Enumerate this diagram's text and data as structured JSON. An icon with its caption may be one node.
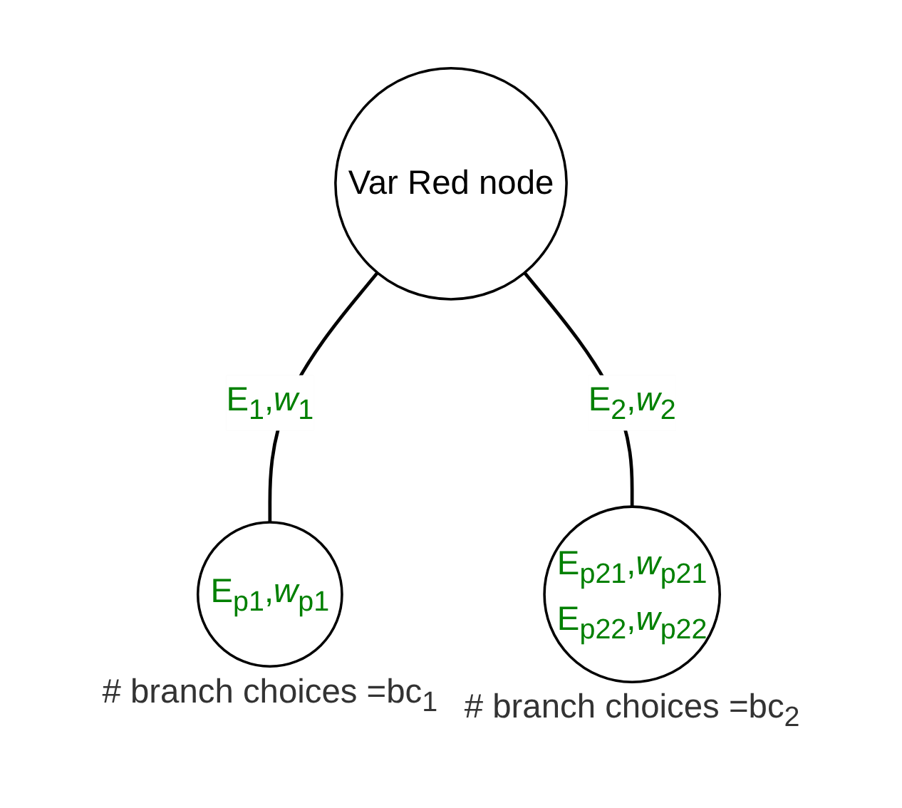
{
  "diagram": {
    "nodes": [
      {
        "text": [
          "Var Red node"
        ]
      },
      {
        "text": [
          "E$_{p1}$,*w*$_{p1}$"
        ],
        "beside": [
          "# branch choices =bc$_{1}$"
        ]
      },
      {
        "text": [
          "E$_{p21}$,*w*$_{p21}$",
          "E$_{p22}$,*w*$_{p22}$"
        ],
        "beside": [
          "# branch choices =bc$_{2}$"
        ]
      }
    ],
    "edges": [
      {
        "from": 0,
        "to": 1,
        "arrow": "none",
        "label": "E$_{1}$,*w*$_{1}$"
      },
      {
        "from": 0,
        "to": 2,
        "arrow": "none",
        "label": "E$_{2}$,*w*$_{2}$"
      }
    ]
  }
}
